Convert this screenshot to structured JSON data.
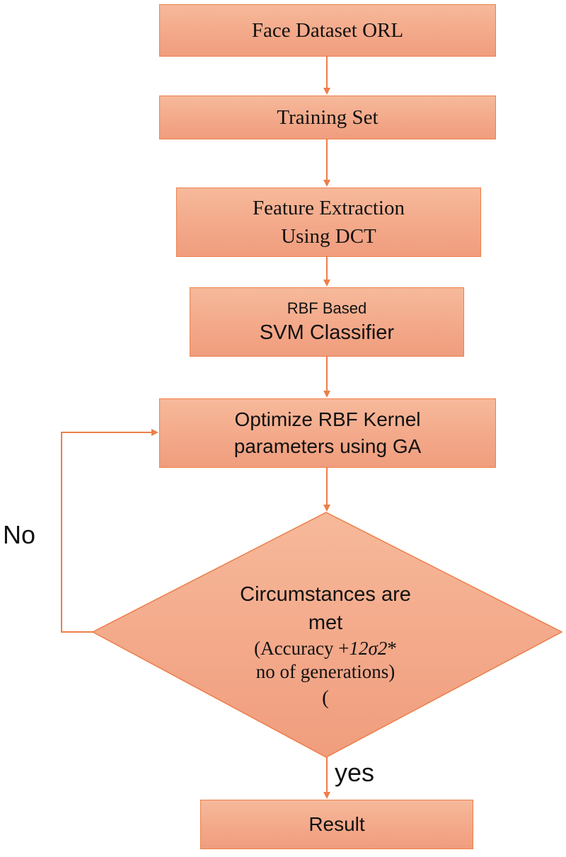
{
  "colors": {
    "box_fill": "#f3a98a",
    "box_border": "#ec7f4a",
    "connector": "#ec7f4a",
    "text": "#111111"
  },
  "nodes": {
    "dataset": "Face Dataset ORL",
    "training": "Training Set",
    "feature": [
      "Feature Extraction",
      "Using DCT"
    ],
    "svm": [
      "RBF Based",
      "SVM Classifier"
    ],
    "optimize": [
      "Optimize RBF Kernel",
      "parameters using GA"
    ],
    "decision": {
      "line1": "Circumstances are",
      "line2": "met",
      "line3_prefix": "(Accuracy +",
      "line3_formula": "12σ2",
      "line3_suffix": "*",
      "line4": "no of generations)",
      "line5": "("
    },
    "result": "Result"
  },
  "labels": {
    "no": "No",
    "yes": "yes"
  }
}
